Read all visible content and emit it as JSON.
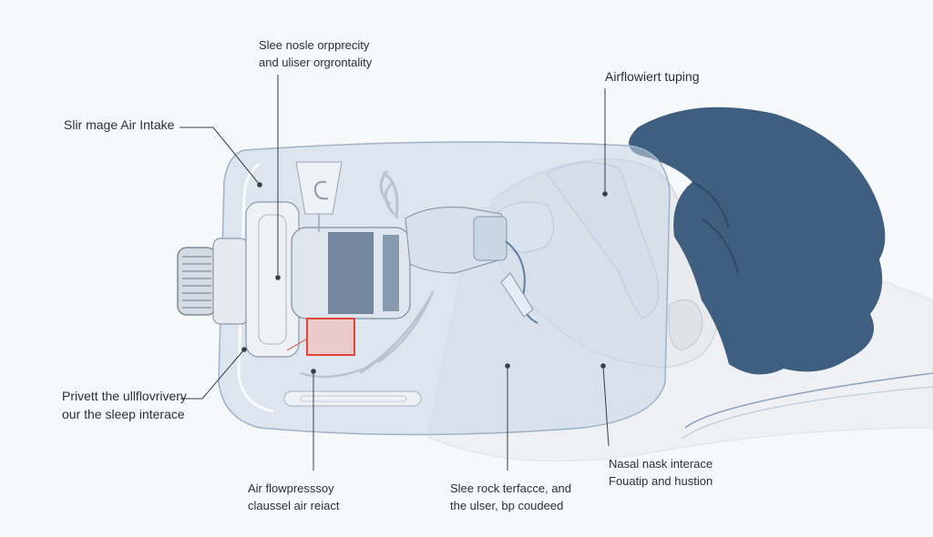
{
  "labels": {
    "top": [
      "Slee nosle orpprecity",
      "and uliser orgrontality"
    ],
    "airflow_tubing": [
      "Airflowiert tuping"
    ],
    "air_intake": [
      "Slir mage Air Intake"
    ],
    "prevent": [
      "Privett the ullflovrivery",
      "our the sleep interace"
    ],
    "air_pressure": [
      "Air flowpresssoy",
      "claussel air reiact"
    ],
    "sleep_interface": [
      "Slee rock terfacce,  and",
      "the ulser, bp coudeed"
    ],
    "nasal_mask": [
      "Nasal nask interace",
      "Fouatip and hustion"
    ]
  },
  "colors": {
    "hair": "#3f5f80",
    "skin": "#e9eaee",
    "device_glass": "#c9d6e6",
    "device_outline": "#9fb2c8",
    "accent_red": "#e0473a",
    "leader_line": "#3a3d44"
  },
  "icons": [
    "air-intake-filter-icon",
    "humidifier-chamber-icon",
    "coiled-hose-icon",
    "nasal-mask-icon",
    "pressure-sensor-icon"
  ]
}
